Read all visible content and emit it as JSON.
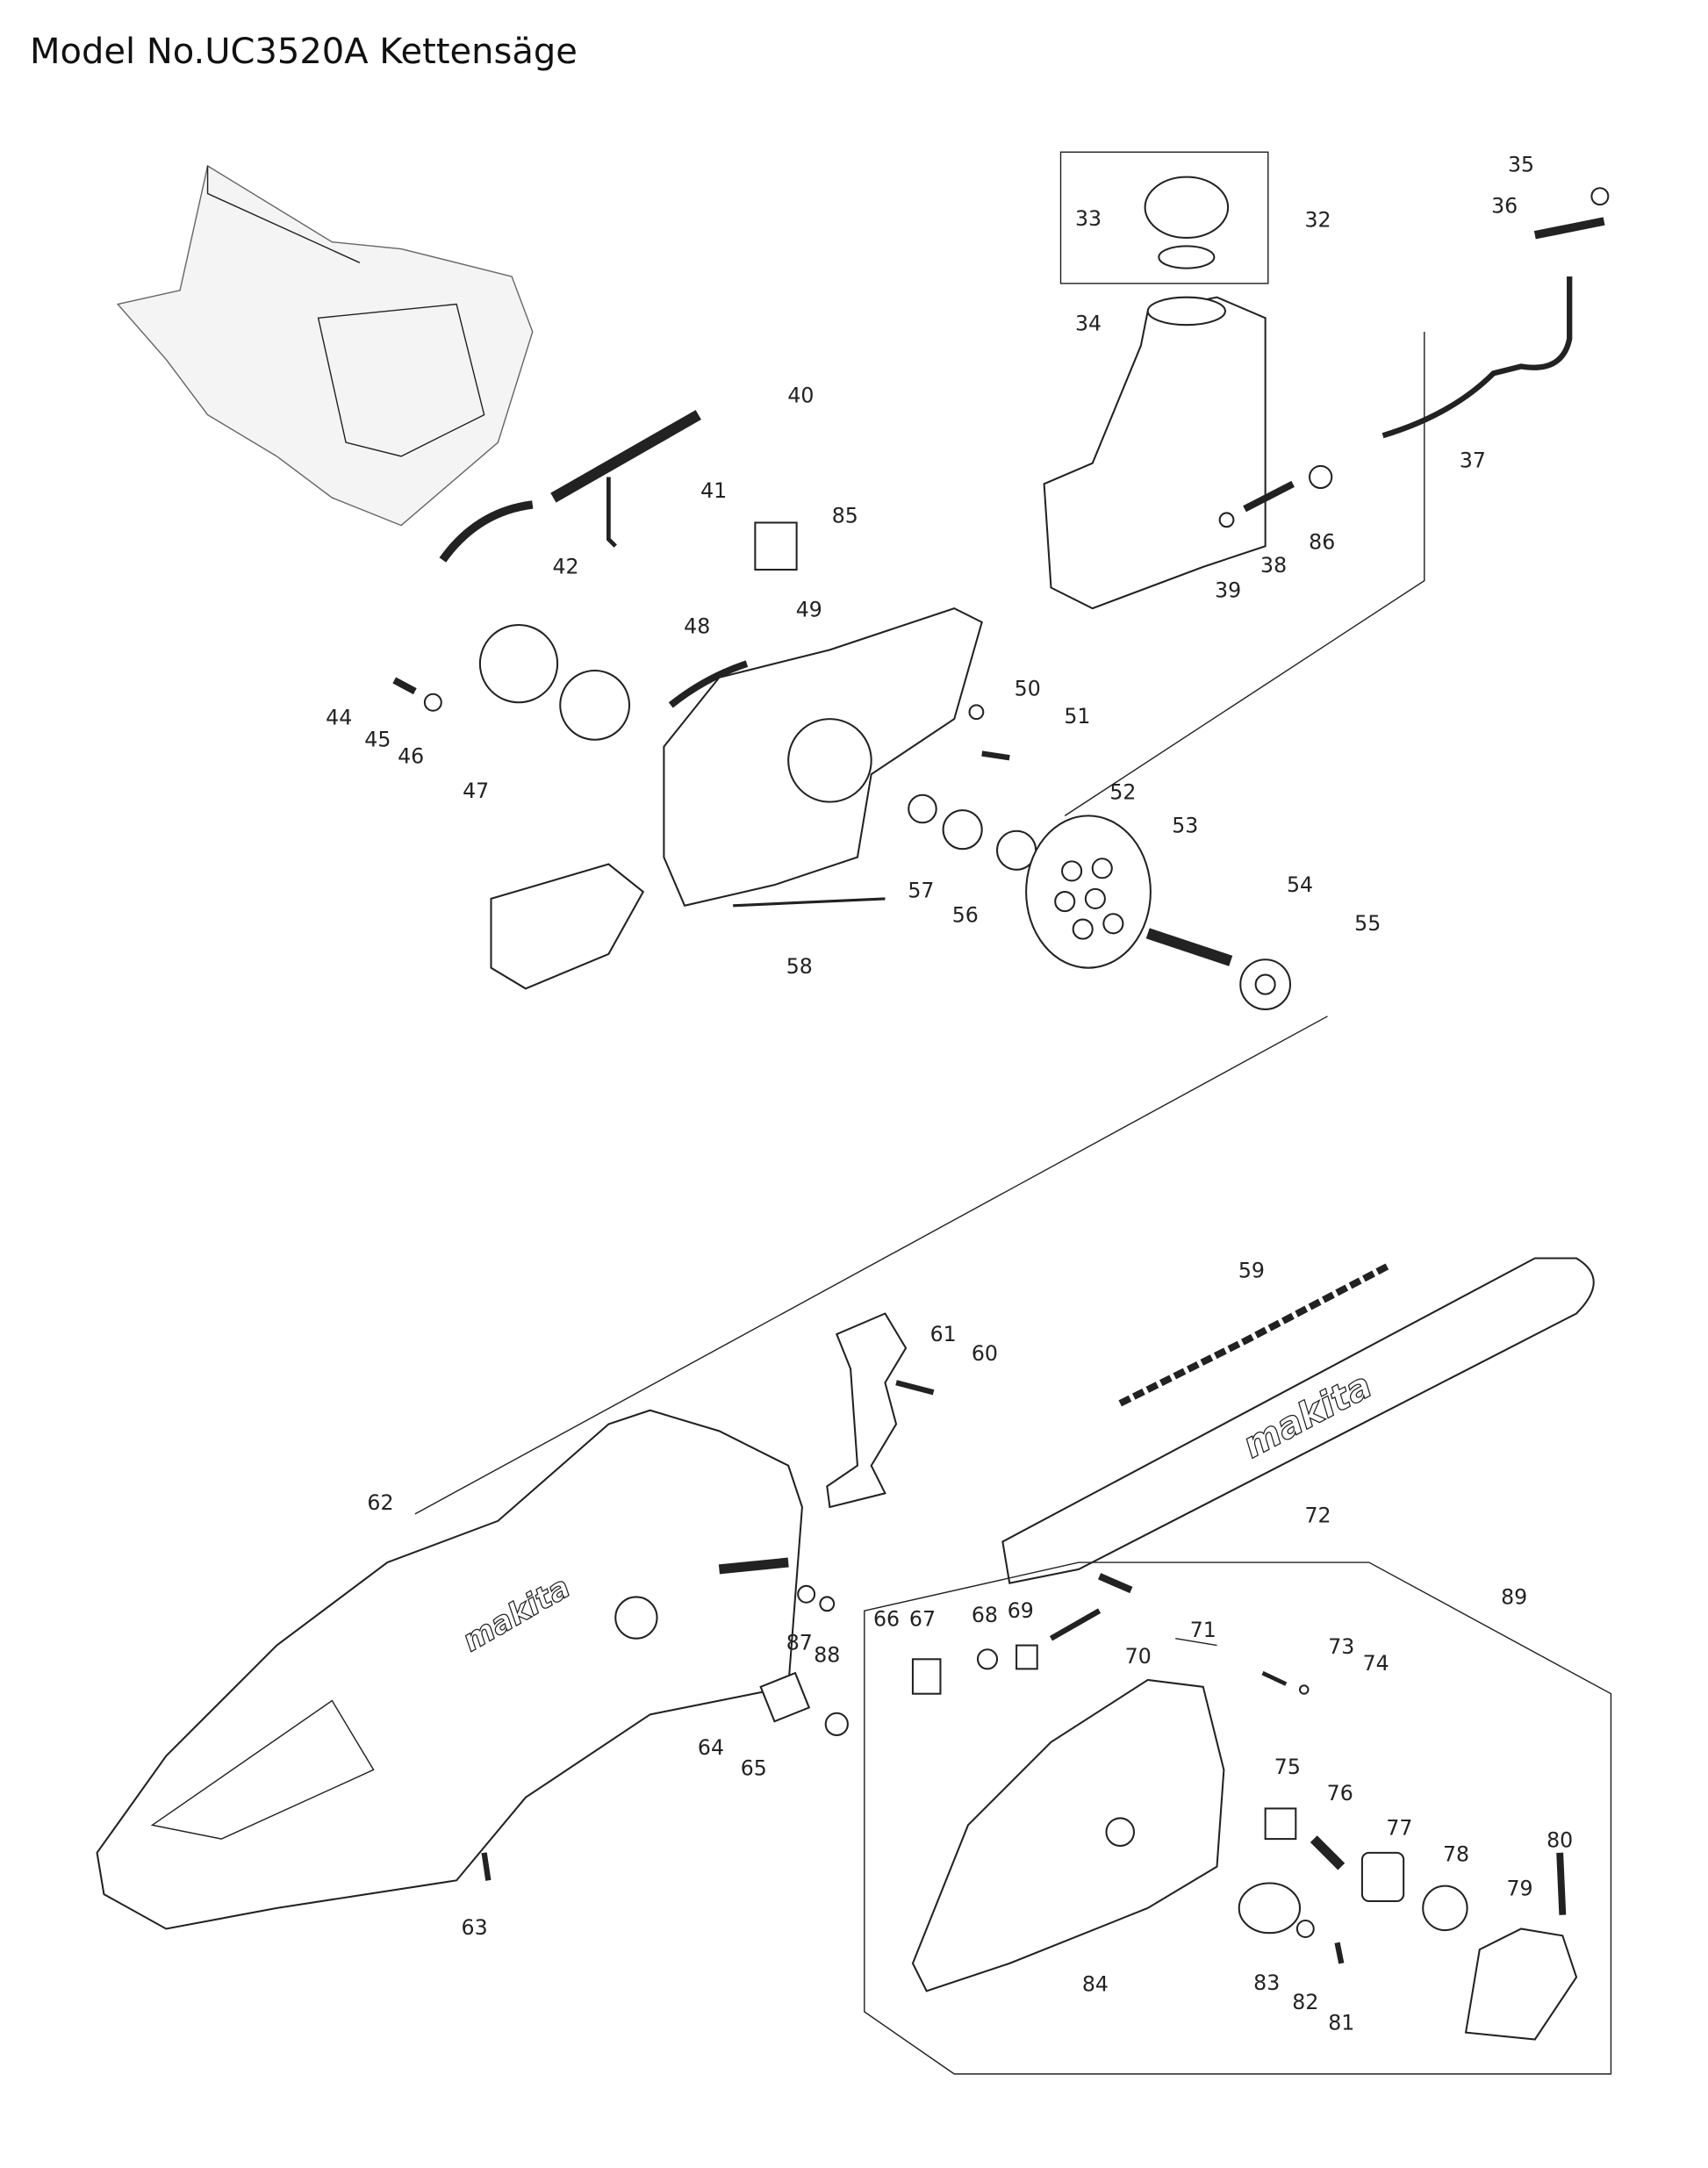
{
  "title": "Model No.UC3520A Kettensäge",
  "brand_text": "makita",
  "parts": {
    "p32": "32",
    "p33": "33",
    "p34": "34",
    "p35": "35",
    "p36": "36",
    "p37": "37",
    "p38": "38",
    "p39": "39",
    "p40": "40",
    "p41": "41",
    "p42": "42",
    "p44": "44",
    "p45": "45",
    "p46": "46",
    "p47": "47",
    "p48": "48",
    "p49": "49",
    "p50": "50",
    "p51": "51",
    "p52": "52",
    "p53": "53",
    "p54": "54",
    "p55": "55",
    "p56": "56",
    "p57": "57",
    "p58": "58",
    "p59": "59",
    "p60": "60",
    "p61": "61",
    "p62": "62",
    "p63": "63",
    "p64": "64",
    "p65": "65",
    "p66": "66",
    "p67": "67",
    "p68": "68",
    "p69": "69",
    "p70": "70",
    "p71": "71",
    "p72": "72",
    "p73": "73",
    "p74": "74",
    "p75": "75",
    "p76": "76",
    "p77": "77",
    "p78": "78",
    "p79": "79",
    "p80": "80",
    "p81": "81",
    "p82": "82",
    "p83": "83",
    "p84": "84",
    "p85": "85",
    "p86": "86",
    "p87": "87",
    "p88": "88",
    "p89": "89"
  }
}
